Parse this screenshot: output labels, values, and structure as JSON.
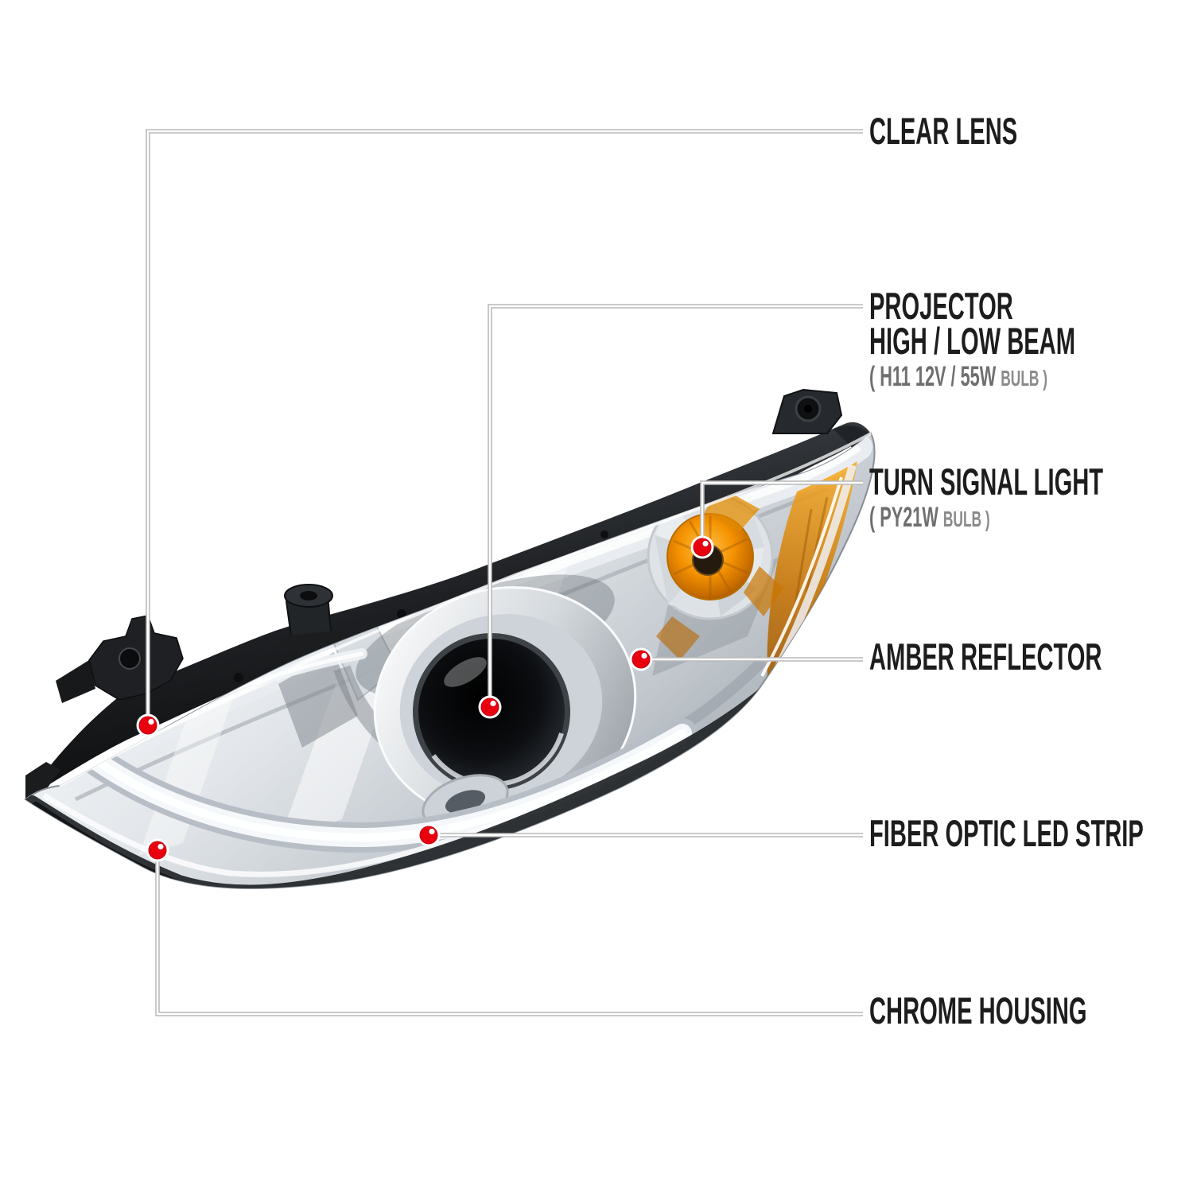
{
  "figure": {
    "kind": "labeled-product-diagram",
    "subject": "projector-headlight-assembly"
  },
  "colors": {
    "background": "#ffffff",
    "label_text": "#1d1d1d",
    "spec_text": "#6f6f6f",
    "spec_text_small": "#8a8a8a",
    "connector_outline": "#b9b9b9",
    "connector_core": "#ffffff",
    "dot_red": "#e8000f",
    "dot_ring": "#ffffff",
    "amber": "#f59300",
    "chrome_light": "#eef1f4",
    "housing_black": "#17181a"
  },
  "callouts": [
    {
      "id": "clear-lens",
      "label": "CLEAR LENS"
    },
    {
      "id": "projector-high-low-beam",
      "label": "PROJECTOR",
      "label_line2": "HIGH / LOW BEAM",
      "spec": "( H11 12V / 55W",
      "spec_small": "BULB )"
    },
    {
      "id": "turn-signal-light",
      "label": "TURN SIGNAL LIGHT",
      "spec": "( PY21W",
      "spec_small": "BULB )"
    },
    {
      "id": "amber-reflector",
      "label": "AMBER REFLECTOR"
    },
    {
      "id": "fiber-optic-led-strip",
      "label": "FIBER OPTIC LED STRIP"
    },
    {
      "id": "chrome-housing",
      "label": "CHROME HOUSING"
    }
  ]
}
